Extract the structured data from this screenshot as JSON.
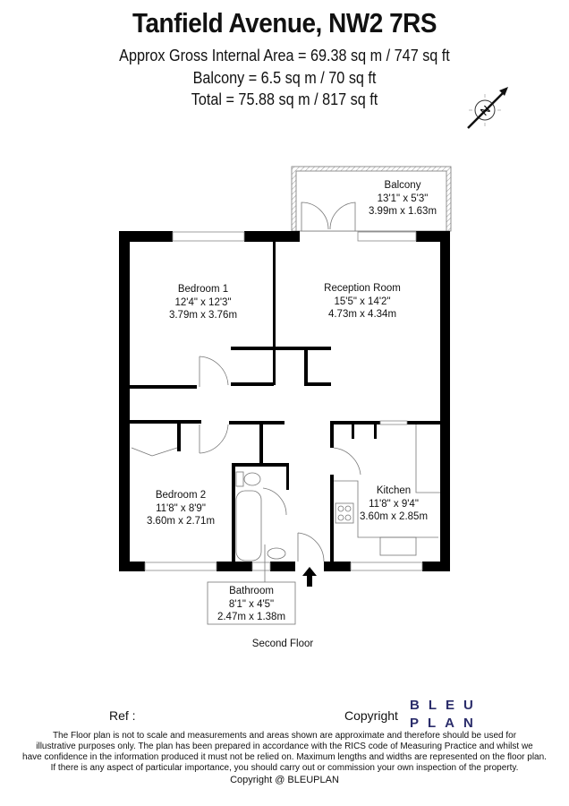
{
  "header": {
    "title": "Tanfield Avenue, NW2 7RS",
    "gross_area": "Approx Gross Internal Area = 69.38 sq m / 747 sq ft",
    "balcony_area": "Balcony = 6.5 sq m / 70 sq ft",
    "total_area": "Total = 75.88 sq m / 817 sq ft"
  },
  "compass": {
    "label": "N",
    "icon": "north-arrow-icon"
  },
  "rooms": [
    {
      "name": "Balcony",
      "imperial": "13'1\" x 5'3\"",
      "metric": "3.99m x 1.63m"
    },
    {
      "name": "Bedroom 1",
      "imperial": "12'4\" x 12'3\"",
      "metric": "3.79m x 3.76m"
    },
    {
      "name": "Reception Room",
      "imperial": "15'5\" x 14'2\"",
      "metric": "4.73m x 4.34m"
    },
    {
      "name": "Bedroom 2",
      "imperial": "11'8\" x 8'9\"",
      "metric": "3.60m x 2.71m"
    },
    {
      "name": "Kitchen",
      "imperial": "11'8\" x 9'4\"",
      "metric": "3.60m x 2.85m"
    },
    {
      "name": "Bathroom",
      "imperial": "8'1\" x 4'5\"",
      "metric": "2.47m x 1.38m"
    }
  ],
  "floor_label": "Second Floor",
  "footer": {
    "ref": "Ref  :",
    "copyright_label": "Copyright",
    "logo_line1": "BLEU",
    "logo_line2": "PLAN",
    "logo_color": "#2b2d6b",
    "disclaimer": [
      "The Floor plan is not to scale and measurements and areas shown are approximate and therefore should be used for",
      "illustrative purposes only. The plan has been prepared in accordance with the RICS code of Measuring Practice and whilst we",
      "have confidence in the information produced it must not be relied on. Maximum lengths and widths are represented on the floor plan.",
      "If there is any aspect of particular importance, you should carry out or commission your own inspection of the property."
    ],
    "copyright_line": "Copyright @ BLEUPLAN"
  }
}
